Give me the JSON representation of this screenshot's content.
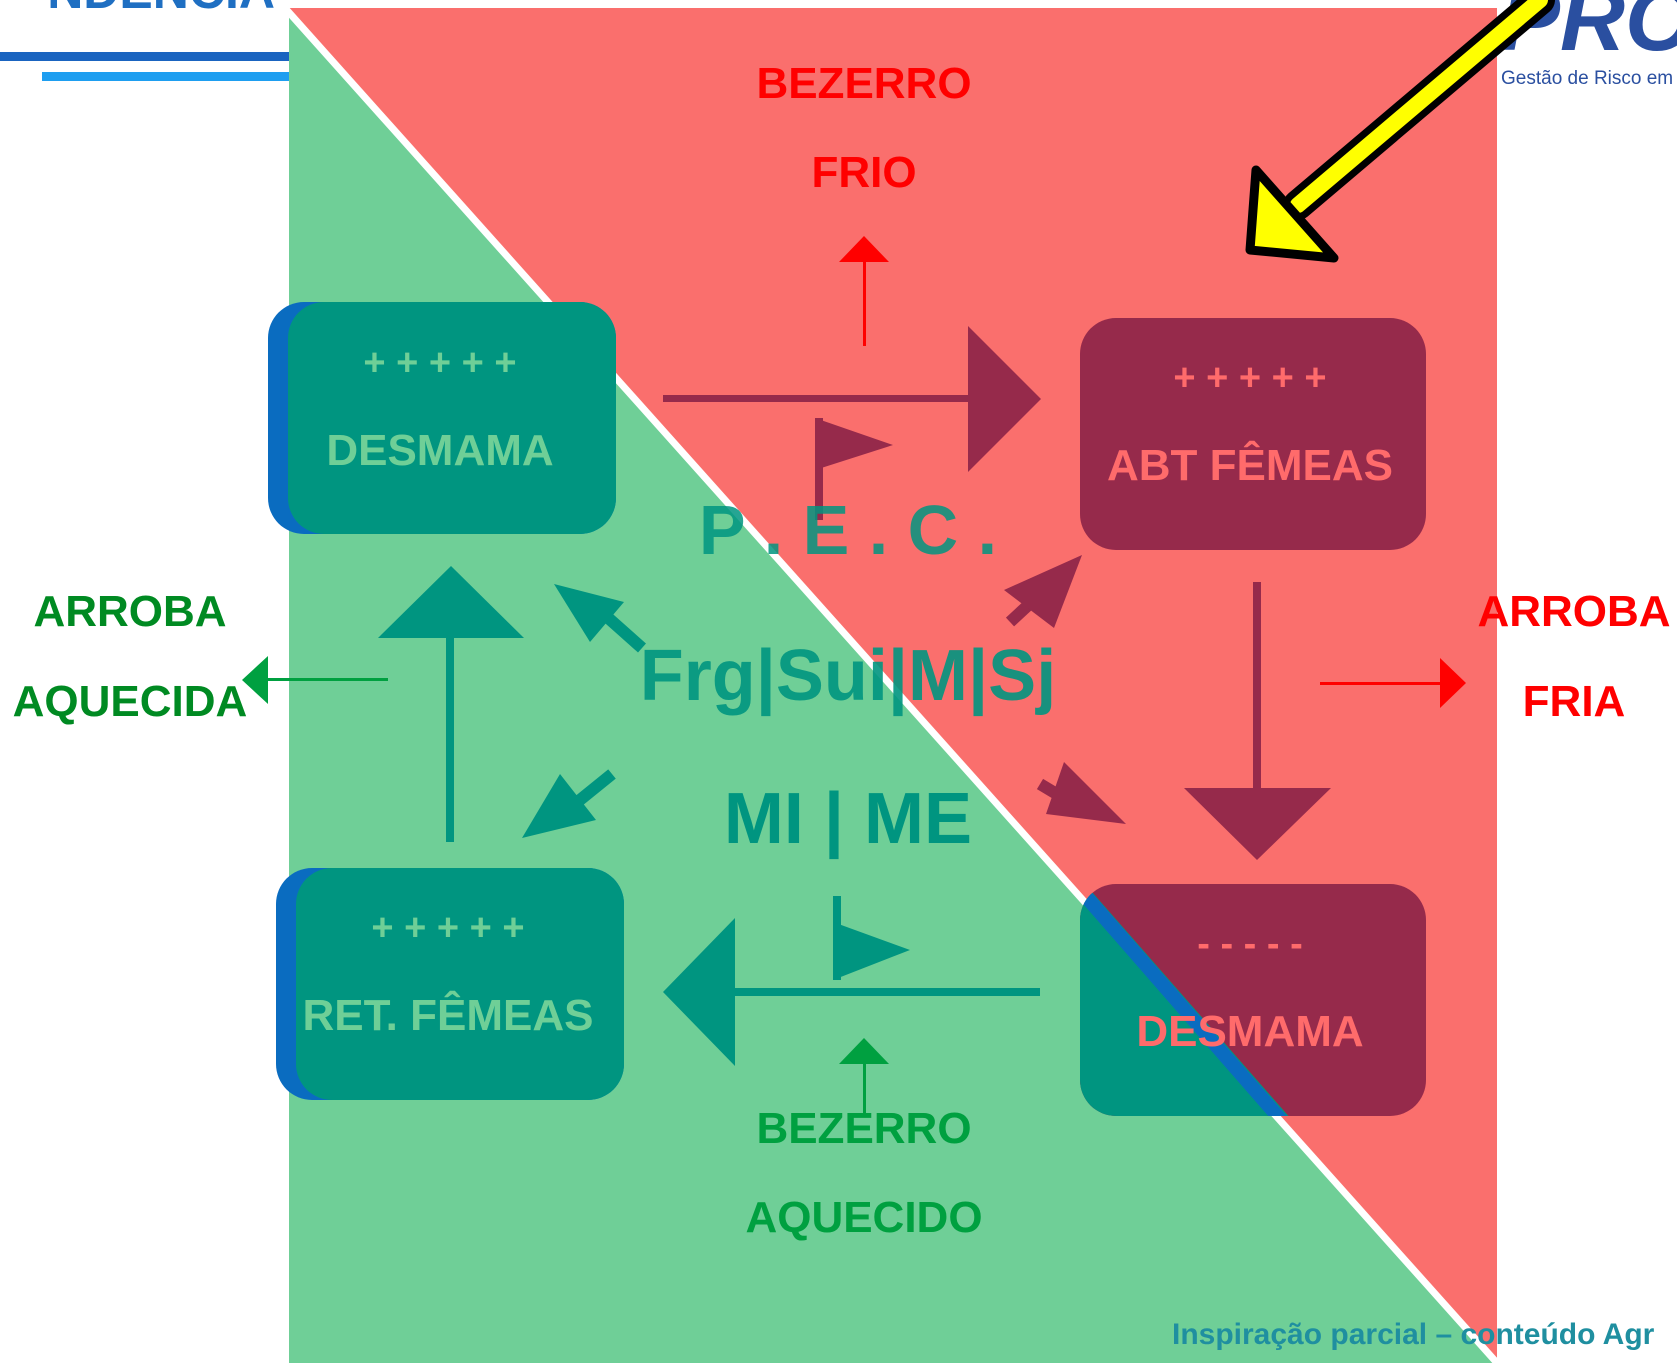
{
  "header": {
    "title_fragment": "NDÊNCIA",
    "logo_text": "PROI",
    "logo_subtitle": "Gestão de Risco em"
  },
  "labels": {
    "bezerro_frio": [
      "BEZERRO",
      "FRIO"
    ],
    "bezerro_aquecido": [
      "BEZERRO",
      "AQUECIDO"
    ],
    "arroba_aquecida": [
      "ARROBA",
      "AQUECIDA"
    ],
    "arroba_fria": [
      "ARROBA",
      "FRIA"
    ]
  },
  "boxes": {
    "top_left": {
      "marks": "+ + + + +",
      "label": "DESMAMA"
    },
    "top_right": {
      "marks": "+ + + + +",
      "label": "ABT FÊMEAS"
    },
    "bottom_left": {
      "marks": "+ + + + +",
      "label": "RET. FÊMEAS"
    },
    "bottom_right": {
      "marks": "- - - - -",
      "label": "DESMAMA"
    }
  },
  "center": {
    "pec": "P . E . C .",
    "players": "Frg|Sui|M|Sj",
    "markets": "MI | ME"
  },
  "footer": {
    "credit": "Inspiração parcial – conteúdo Agr"
  },
  "colors": {
    "red_zone": "#ff6b6b",
    "green_zone": "#6fcf97",
    "teal": "#009580",
    "maroon": "#962a4b",
    "red_text": "#ff0000",
    "green_text": "#008a22",
    "blue_accent": "#0a6cc0",
    "arrow_yellow": "#ffff00"
  }
}
